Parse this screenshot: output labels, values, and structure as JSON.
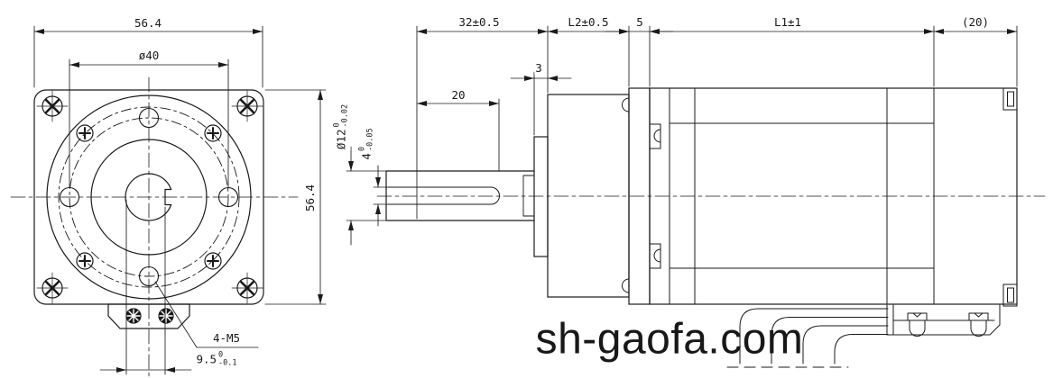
{
  "watermark": "sh-gaofa.com",
  "front_view": {
    "dim_overall_width": "56.4",
    "dim_bolt_circle": "ø40",
    "dim_overall_height": "56.4",
    "thread_callout": "4-M5",
    "dim_shaft_flat": {
      "value": "9.5",
      "tol_upper": "0",
      "tol_lower": "-0.1"
    }
  },
  "side_view": {
    "dim_shaft_section": "32±0.5",
    "dim_gearbox_length": "L2±0.5",
    "dim_flange_thickness": "5",
    "dim_body_length": "L1±1",
    "dim_rear_cover": "(20)",
    "dim_pilot_thickness": "3",
    "dim_keyway_length": "20",
    "dim_shaft_diameter": {
      "value": "Ø12",
      "tol_upper": "0",
      "tol_lower": "-0.02"
    },
    "dim_keyway_depth": {
      "value": "4",
      "tol_upper": "0",
      "tol_lower": "-0.05"
    }
  }
}
